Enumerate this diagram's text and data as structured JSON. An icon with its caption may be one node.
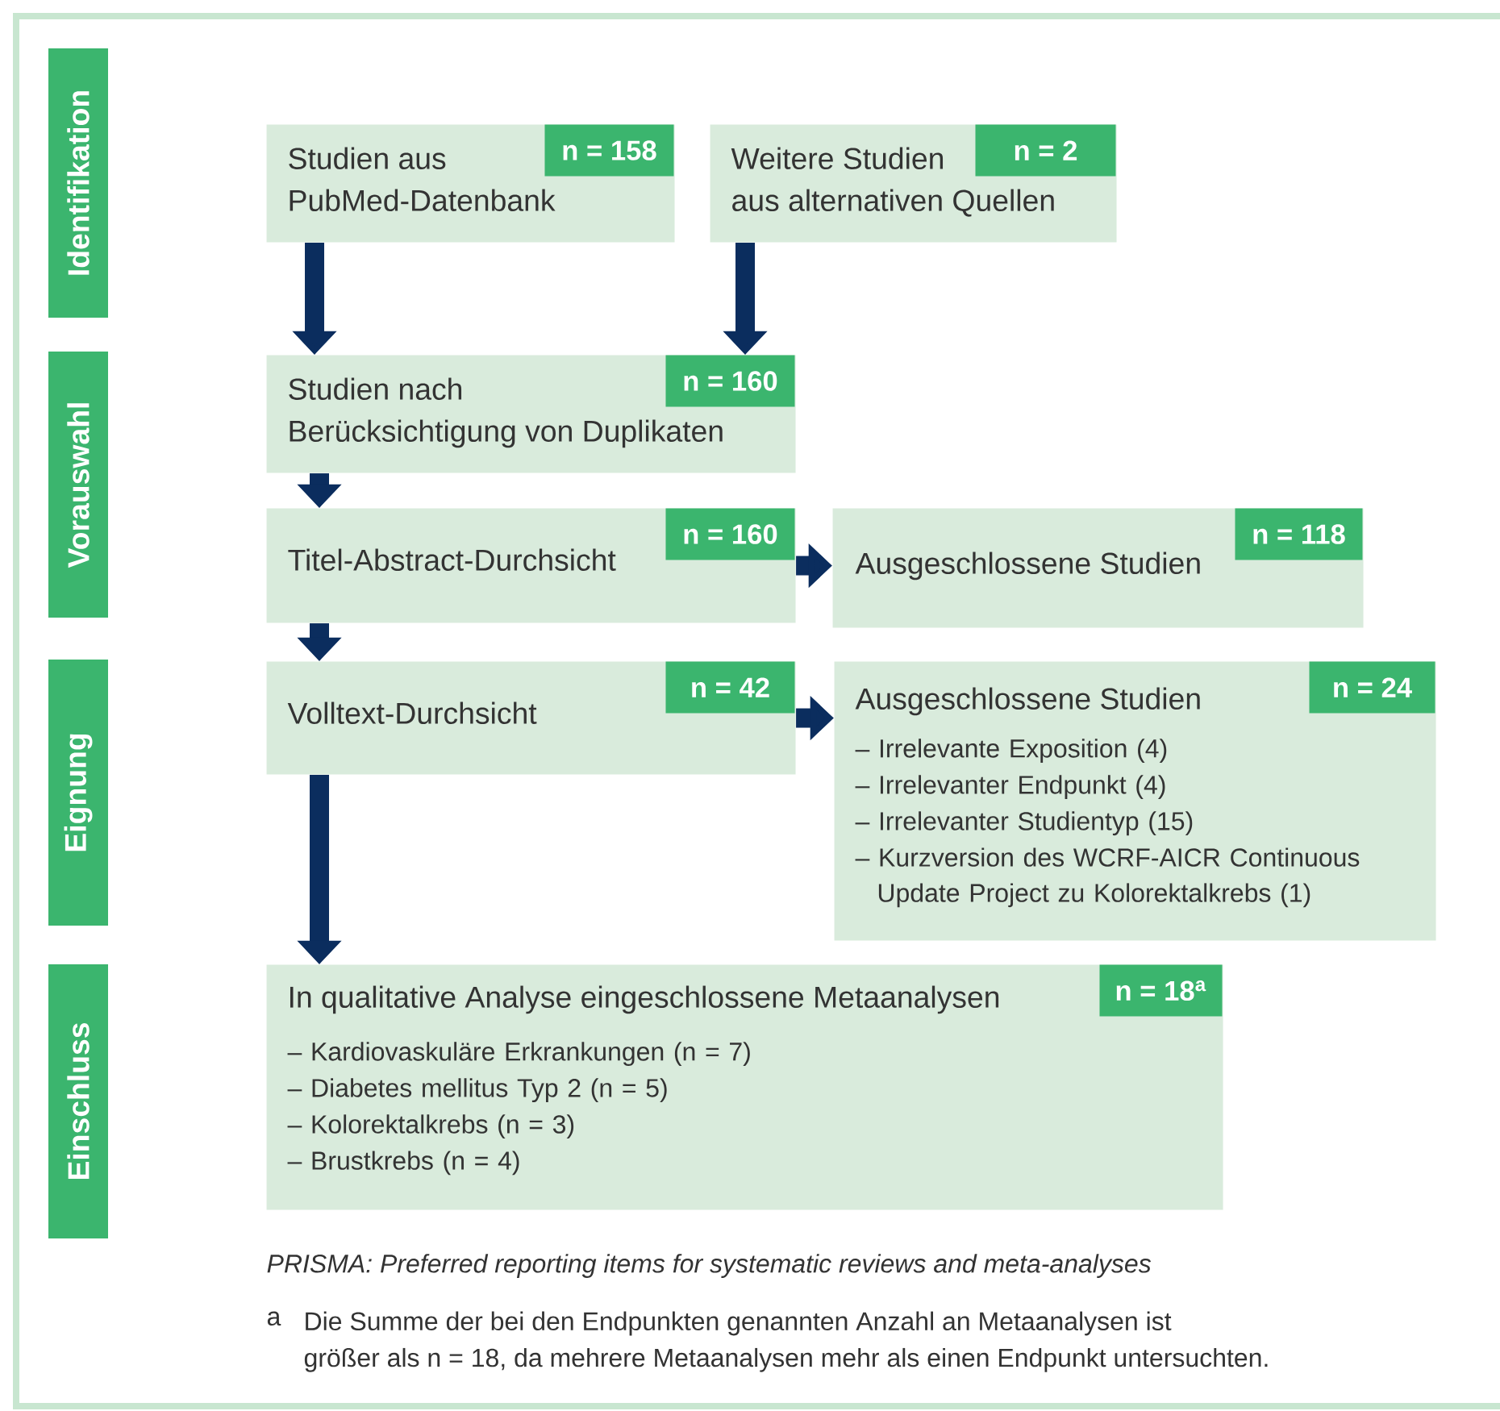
{
  "diagram": {
    "nodes": [
      {
        "text": [
          "Identifikation"
        ]
      },
      {
        "text": [
          "Vorauswahl"
        ]
      },
      {
        "text": [
          "Eignung"
        ]
      },
      {
        "text": [
          "Einschluss"
        ]
      },
      {
        "text": [
          "Studien aus PubMed-Datenbank",
          "n = 158"
        ]
      },
      {
        "text": [
          "Weitere Studien aus alternativen Quellen",
          "n = 2"
        ]
      },
      {
        "text": [
          "Studien nach Berücksichtigung von Duplikaten",
          "n = 160"
        ]
      },
      {
        "text": [
          "Titel-Abstract-Durchsicht",
          "n = 160"
        ]
      },
      {
        "text": [
          "Ausgeschlossene Studien",
          "n = 118"
        ]
      },
      {
        "text": [
          "Volltext-Durchsicht",
          "n = 42"
        ]
      },
      {
        "text": [
          "Ausgeschlossene Studien",
          "n = 24",
          "– Irrelevante Exposition (4)",
          "– Irrelevanter Endpunkt (4)",
          "– Irrelevanter Studientyp (15)",
          "– Kurzversion des WCRF-AICR Continuous Update Project zu Kolorektalkrebs (1)"
        ]
      },
      {
        "text": [
          "In qualitative Analyse eingeschlossene Metaanalysen",
          "n = 18$^{a}$",
          "– Kardiovaskuläre Erkrankungen (n = 7)",
          "– Diabetes mellitus Typ 2 (n = 5)",
          "– Kolorektalkrebs (n = 3)",
          "– Brustkrebs (n = 4)"
        ]
      }
    ],
    "edges": [
      {
        "from": 4,
        "to": 6,
        "arrow": "to"
      },
      {
        "from": 5,
        "to": 6,
        "arrow": "to"
      },
      {
        "from": 6,
        "to": 7,
        "arrow": "to"
      },
      {
        "from": 7,
        "to": 8,
        "arrow": "to"
      },
      {
        "from": 7,
        "to": 9,
        "arrow": "to"
      },
      {
        "from": 9,
        "to": 10,
        "arrow": "to"
      },
      {
        "from": 9,
        "to": 11,
        "arrow": "to"
      }
    ],
    "labels": [
      "PRISMA: Preferred reporting items for systematic reviews and meta-analyses",
      "a",
      "Die Summe der bei den Endpunkten genannten Anzahl an Metaanalysen ist größer als n = 18, da mehrere Metaanalysen mehr als einen Endpunkt untersuchten."
    ]
  }
}
